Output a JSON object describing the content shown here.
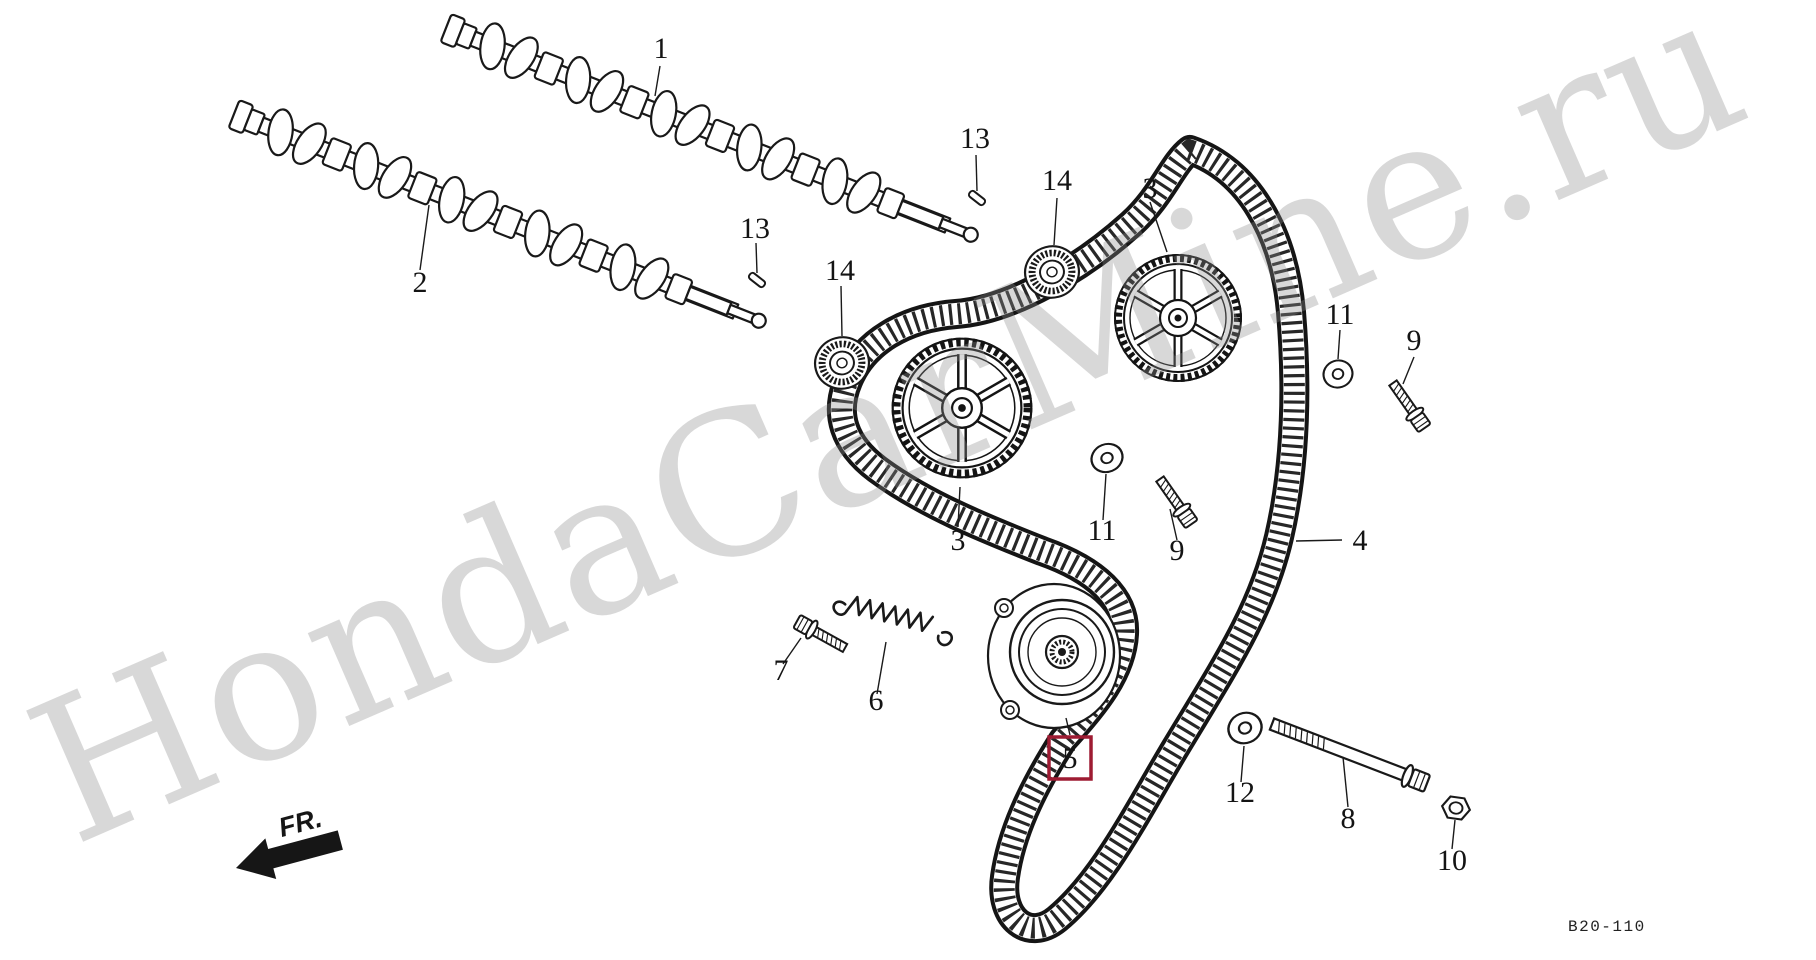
{
  "diagram": {
    "watermark": "HondaCarMine.ru",
    "direction_label": "FR.",
    "code": "B20-110",
    "highlight_color": "#9e1b32",
    "callouts": {
      "n1": "1",
      "n2": "2",
      "n3_upper": "3",
      "n3_lower": "3",
      "n4": "4",
      "n5": "5",
      "n6": "6",
      "n7": "7",
      "n8": "8",
      "n9_upper": "9",
      "n9_lower": "9",
      "n10": "10",
      "n11_upper": "11",
      "n11_lower": "11",
      "n12": "12",
      "n13_upper": "13",
      "n13_lower": "13",
      "n14_upper": "14",
      "n14_lower": "14"
    }
  }
}
